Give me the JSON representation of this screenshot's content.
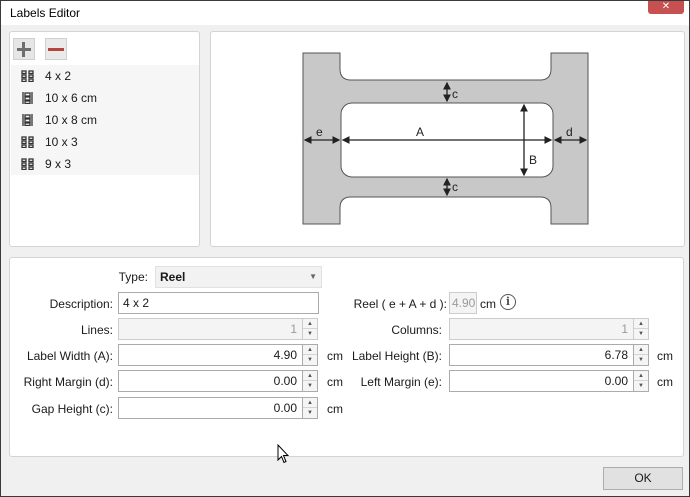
{
  "window": {
    "title": "Labels Editor",
    "close_glyph": "✕"
  },
  "toolbar": {
    "add_icon": "plus-icon",
    "remove_icon": "minus-icon"
  },
  "label_list": {
    "items": [
      {
        "label": "4 x 2",
        "icon": "grid-icon"
      },
      {
        "label": "10 x 6 cm",
        "icon": "reel-icon"
      },
      {
        "label": "10 x 8 cm",
        "icon": "reel-icon"
      },
      {
        "label": "10 x 3",
        "icon": "grid-icon"
      },
      {
        "label": "9 x 3",
        "icon": "grid-icon"
      }
    ]
  },
  "diagram": {
    "label_a": "A",
    "label_b": "B",
    "label_c_top": "c",
    "label_c_bottom": "c",
    "label_d": "d",
    "label_e": "e"
  },
  "form": {
    "type_label": "Type:",
    "type_value": "Reel",
    "description_label": "Description:",
    "description_value": "4 x 2",
    "reel_label": "Reel ( e + A + d ):",
    "reel_value": "4.90",
    "reel_unit": "cm",
    "lines_label": "Lines:",
    "lines_value": "1",
    "columns_label": "Columns:",
    "columns_value": "1",
    "label_width_label": "Label Width (A):",
    "label_width_value": "4.90",
    "label_width_unit": "cm",
    "label_height_label": "Label Height (B):",
    "label_height_value": "6.78",
    "label_height_unit": "cm",
    "right_margin_label": "Right Margin (d):",
    "right_margin_value": "0.00",
    "right_margin_unit": "cm",
    "left_margin_label": "Left Margin (e):",
    "left_margin_value": "0.00",
    "left_margin_unit": "cm",
    "gap_height_label": "Gap Height (c):",
    "gap_height_value": "0.00",
    "gap_height_unit": "cm"
  },
  "ok_button": "OK"
}
